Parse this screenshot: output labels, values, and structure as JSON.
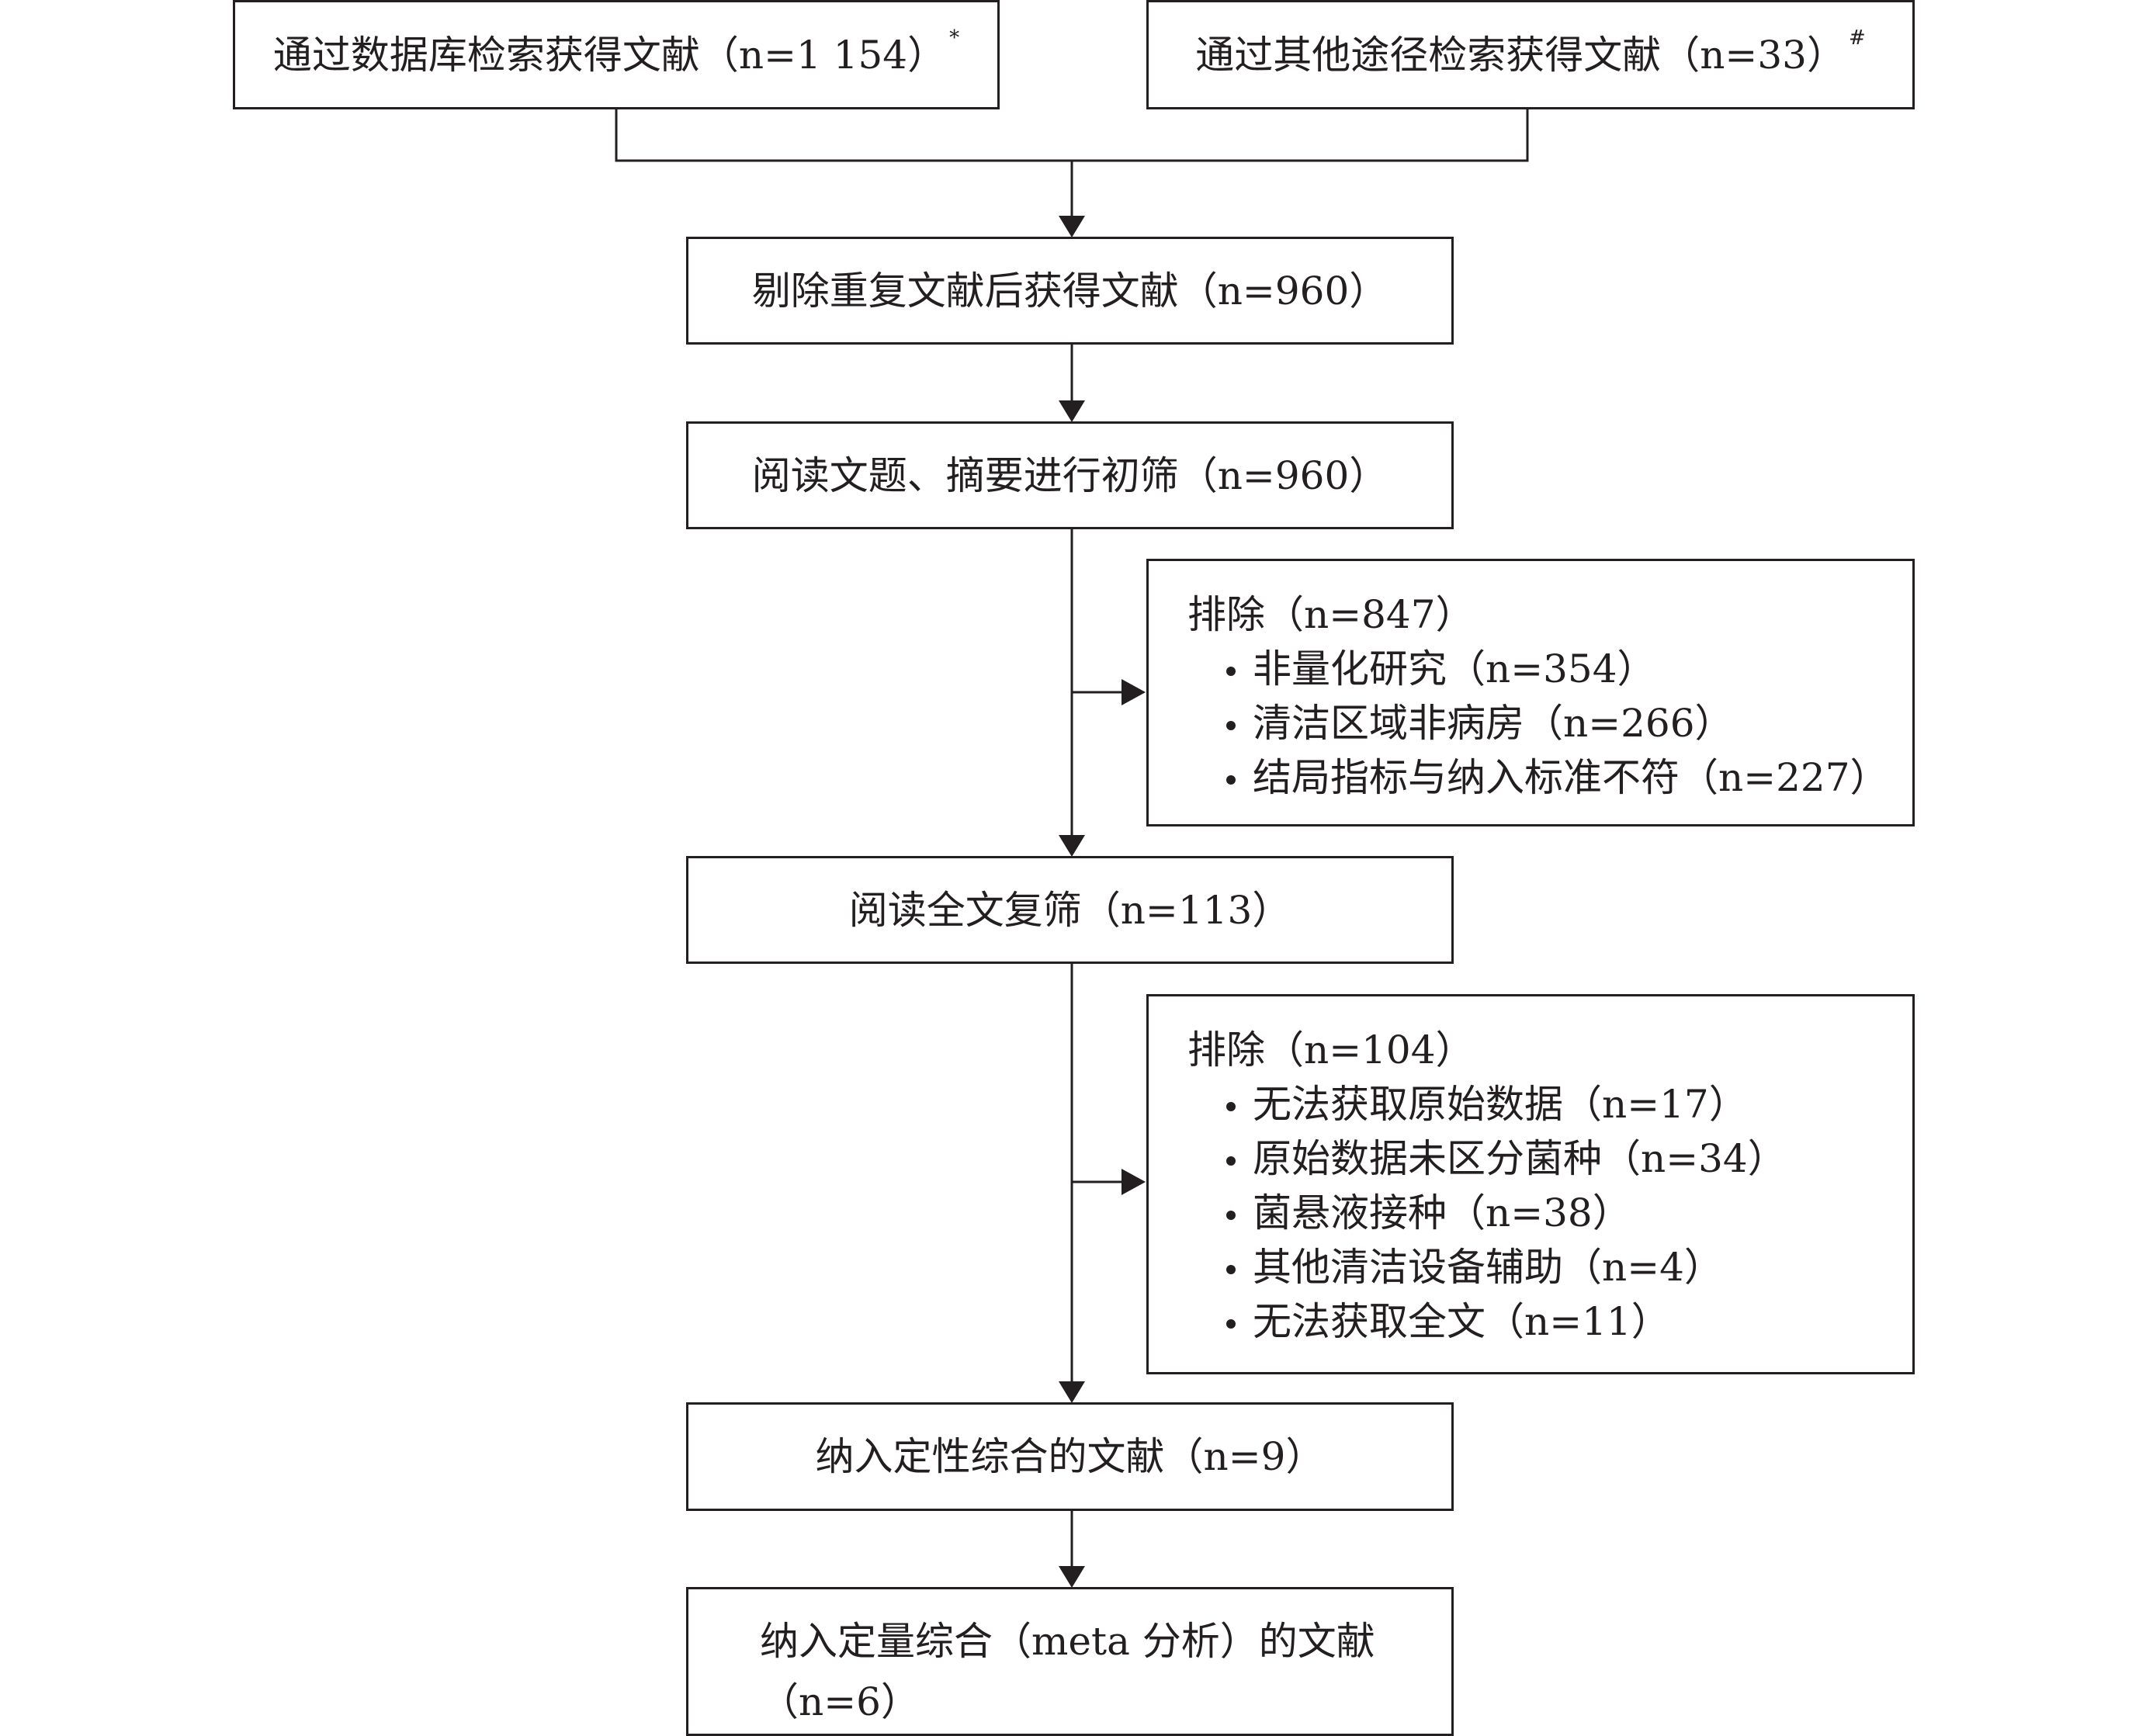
{
  "flow": {
    "identification": {
      "database": {
        "text": "通过数据库检索获得文献（n=1 154）",
        "mark": "*"
      },
      "other": {
        "text": "通过其他途径检索获得文献（n=33）",
        "mark": "#"
      }
    },
    "deduplicated": {
      "text": "剔除重复文献后获得文献（n=960）"
    },
    "title_abstract_screening": {
      "text": "阅读文题、摘要进行初筛（n=960）"
    },
    "exclusion_1": {
      "title": "排除（n=847）",
      "items": [
        "非量化研究（n=354）",
        "清洁区域非病房（n=266）",
        "结局指标与纳入标准不符（n=227）"
      ]
    },
    "fulltext_screening": {
      "text": "阅读全文复筛（n=113）"
    },
    "exclusion_2": {
      "title": "排除（n=104）",
      "items": [
        "无法获取原始数据（n=17）",
        "原始数据未区分菌种（n=34）",
        "菌悬液接种（n=38）",
        "其他清洁设备辅助（n=4）",
        "无法获取全文（n=11）"
      ]
    },
    "qualitative": {
      "text": "纳入定性综合的文献（n=9）"
    },
    "quantitative": {
      "line1": "纳入定量综合（meta 分析）的文献",
      "line2": "（n=6）"
    }
  }
}
